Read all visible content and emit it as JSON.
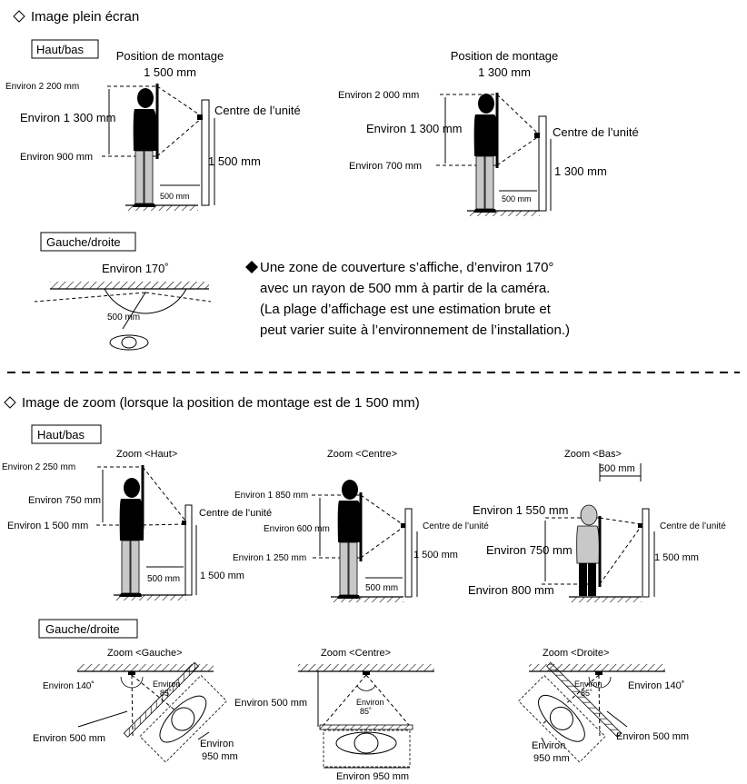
{
  "full": {
    "heading": "Image plein écran",
    "hb_label": "Haut/bas",
    "gd_label": "Gauche/droite",
    "left": {
      "title1": "Position de montage",
      "title2": "1 500 mm",
      "top": "Environ 2 200 mm",
      "mid": "Environ 1 300 mm",
      "bottom": "Environ 900 mm",
      "center": "Centre de l’unité",
      "height": "1 500 mm",
      "dist": "500 mm"
    },
    "right": {
      "title1": "Position de montage",
      "title2": "1 300 mm",
      "top": "Environ 2 000 mm",
      "mid": "Environ 1 300 mm",
      "bottom": "Environ 700 mm",
      "center": "Centre de l’unité",
      "height": "1 300 mm",
      "dist": "500 mm"
    },
    "gd": {
      "angle": "Environ 170˚",
      "radius": "500 mm"
    },
    "note": [
      "Une zone de couverture s’affiche, d’environ 170°",
      "avec un rayon de 500 mm à partir de la caméra.",
      "(La plage d’affichage est une estimation brute et",
      "peut varier suite à l’environnement de l’installation.)"
    ]
  },
  "zoom": {
    "heading": "Image de zoom (lorsque la position de montage est de 1 500 mm)",
    "hb_label": "Haut/bas",
    "gd_label": "Gauche/droite",
    "haut": {
      "title": "Zoom <Haut>",
      "top": "Environ 2 250 mm",
      "mid": "Environ 750 mm",
      "bottom": "Environ 1 500 mm",
      "center": "Centre de l’unité",
      "dist": "500 mm",
      "height": "1 500 mm"
    },
    "centre": {
      "title": "Zoom <Centre>",
      "top": "Environ 1 850 mm",
      "mid": "Environ 600 mm",
      "bottom": "Environ 1 250 mm",
      "center": "Centre de l’unité",
      "dist": "500 mm",
      "height": "1 500 mm"
    },
    "bas": {
      "title": "Zoom <Bas>",
      "dist": "500 mm",
      "top": "Environ 1 550 mm",
      "mid": "Environ 750 mm",
      "bottom": "Environ 800 mm",
      "center": "Centre de l’unité",
      "height": "1 500 mm"
    },
    "gauche": {
      "title": "Zoom <Gauche>",
      "angle_outer": "Environ 140˚",
      "angle_inner1": "Environ",
      "angle_inner2": "85˚",
      "dist": "Environ 500 mm",
      "width1": "Environ",
      "width2": "950 mm"
    },
    "gd_centre": {
      "title": "Zoom <Centre>",
      "dist": "Environ 500 mm",
      "angle1": "Environ",
      "angle2": "85˚",
      "width": "Environ 950 mm"
    },
    "droite": {
      "title": "Zoom <Droite>",
      "angle_outer": "Environ 140˚",
      "angle_inner1": "Environ",
      "angle_inner2": "85˚",
      "dist": "Environ 500 mm",
      "width1": "Environ",
      "width2": "950 mm"
    }
  }
}
